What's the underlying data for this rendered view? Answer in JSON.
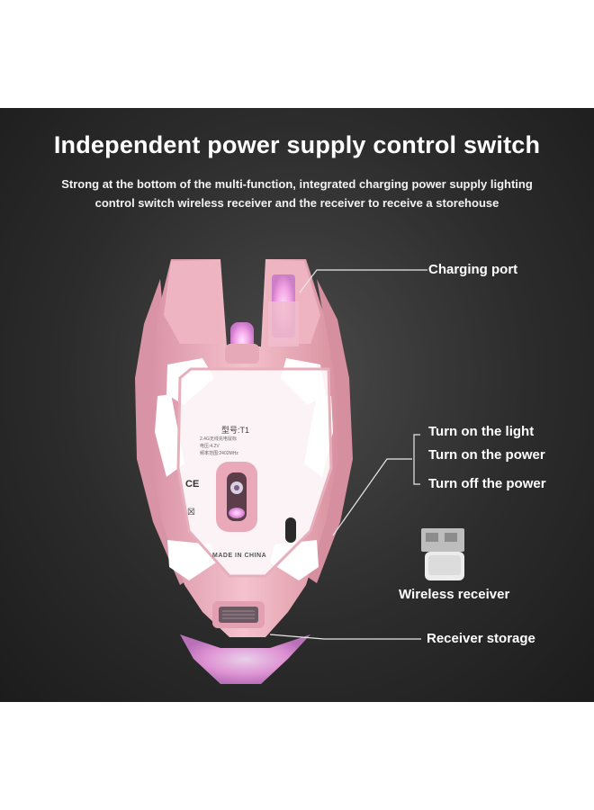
{
  "title": "Independent power supply control switch",
  "subtitle_line1": "Strong at the bottom of the multi-function, integrated charging power supply lighting",
  "subtitle_line2": "control switch wireless receiver and the receiver to receive a storehouse",
  "callouts": {
    "charging_port": "Charging port",
    "turn_on_light": "Turn on the light",
    "turn_on_power": "Turn on the power",
    "turn_off_power": "Turn off the power",
    "wireless_receiver": "Wireless receiver",
    "receiver_storage": "Receiver storage"
  },
  "label": {
    "model": "型号:T1",
    "line1": "2.4G无线充电鼠标",
    "line2": "电压:4.2V",
    "line3": "频率范围:2402MHz",
    "ce": "CE",
    "made_in": "MADE IN CHINA"
  },
  "colors": {
    "panel_background": "#2c2c2c",
    "mouse_body": "#f0b8c4",
    "glow": "#f6a6e8",
    "text": "#ffffff"
  }
}
